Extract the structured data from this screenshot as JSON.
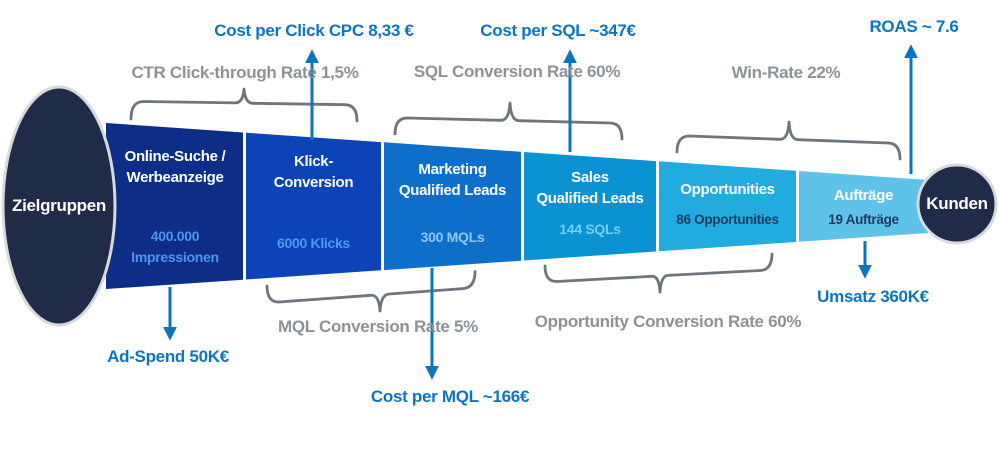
{
  "colors": {
    "accent": "#0b76bd",
    "gray": "#8d9299",
    "brace": "#6e757c",
    "navy": "#1f2b47",
    "outline": "#d7d9db",
    "white": "#ffffff"
  },
  "source": {
    "label": "Zielgruppen"
  },
  "target": {
    "label": "Kunden"
  },
  "stages": [
    {
      "title1": "Online-Suche /",
      "title2": "Werbeanzeige",
      "value1": "400.000",
      "value2": "Impressionen",
      "fill": "#0d2d87",
      "value_color": "#4b97f0"
    },
    {
      "title1": "Klick-",
      "title2": "Conversion",
      "value1": "6000 Klicks",
      "fill": "#0c43b7",
      "value_color": "#4b9af0"
    },
    {
      "title1": "Marketing",
      "title2": "Qualified Leads",
      "value1": "300 MQLs",
      "fill": "#0e6fca",
      "value_color": "#8fc8f4"
    },
    {
      "title1": "Sales",
      "title2": "Qualified Leads",
      "value1": "144 SQLs",
      "fill": "#0a92d2",
      "value_color": "#6fd0f0"
    },
    {
      "title1": "Opportunities",
      "value1": "86 Opportunities",
      "fill": "#22abdf",
      "value_color": "#1e3c60"
    },
    {
      "title1": "Aufträge",
      "value1": "19 Aufträge",
      "fill": "#5fc2e9",
      "value_color": "#1e3c60"
    }
  ],
  "annotations": {
    "top": {
      "cost_per_click": "Cost per Click CPC 8,33 €",
      "ctr": "CTR Click-through Rate 1,5%",
      "cost_per_sql": "Cost per SQL ~347€",
      "sql_rate": "SQL Conversion Rate 60%",
      "win_rate": "Win-Rate 22%",
      "roas": "ROAS ~ 7.6"
    },
    "bottom": {
      "ad_spend": "Ad-Spend 50K€",
      "mql_rate": "MQL Conversion Rate 5%",
      "cost_per_mql": "Cost per MQL ~166€",
      "opp_rate": "Opportunity Conversion Rate 60%",
      "umsatz": "Umsatz 360K€"
    }
  }
}
